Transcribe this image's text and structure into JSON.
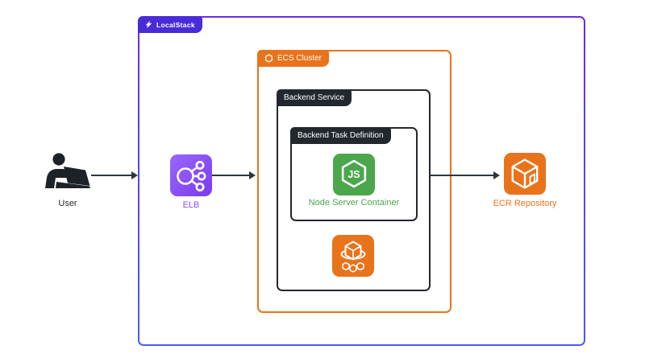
{
  "localstack": {
    "label": "LocalStack"
  },
  "ecs_cluster": {
    "label": "ECS Cluster"
  },
  "backend_service": {
    "label": "Backend Service"
  },
  "task_definition": {
    "label": "Backend Task Definition"
  },
  "user": {
    "label": "User"
  },
  "elb": {
    "label": "ELB"
  },
  "node_container": {
    "label": "Node Server Container",
    "icon_text": "JS"
  },
  "ecr": {
    "label": "ECR Repository"
  },
  "colors": {
    "localstack_tab_purple": "#4A2BD8",
    "localstack_border_top": "#6B2BE2",
    "localstack_border_bottom": "#4A5CF0",
    "aws_orange": "#E8731A",
    "dark_label": "#23272E",
    "node_green": "#4CA64C",
    "elb_purple": "#8C4FFF",
    "arrow_color": "#2D3640"
  }
}
